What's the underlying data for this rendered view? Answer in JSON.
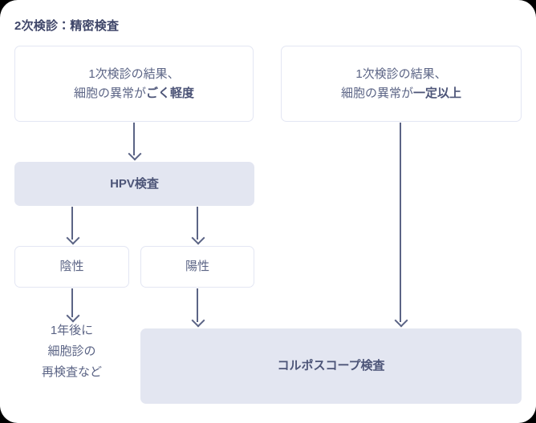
{
  "page": {
    "title": "2次検診：精密検査",
    "background": "#ffffff",
    "accent_fill": "#e3e6f1",
    "border_color": "#e3e6f3",
    "text_color": "#5b6485",
    "title_color": "#3f4669",
    "connector_color": "#5b6485"
  },
  "nodes": {
    "mild_result": {
      "line1": "1次検診の結果、",
      "line2_normal": "細胞の異常が",
      "line2_bold": "ごく軽度",
      "style": "outline"
    },
    "moderate_result": {
      "line1": "1次検診の結果、",
      "line2_normal": "細胞の異常が",
      "line2_bold": "一定以上",
      "style": "outline"
    },
    "hpv_test": {
      "label": "HPV検査",
      "style": "filled"
    },
    "negative": {
      "label": "陰性",
      "style": "outline"
    },
    "positive": {
      "label": "陽性",
      "style": "outline"
    },
    "recheck": {
      "line1": "1年後に",
      "line2": "細胞診の",
      "line3": "再検査など",
      "style": "plain-text"
    },
    "colposcope": {
      "label": "コルポスコープ検査",
      "style": "filled"
    }
  },
  "connectors": [
    {
      "name": "mild-to-hpv",
      "from": "mild_result",
      "to": "hpv_test"
    },
    {
      "name": "hpv-to-negative",
      "from": "hpv_test",
      "to": "negative"
    },
    {
      "name": "hpv-to-positive",
      "from": "hpv_test",
      "to": "positive"
    },
    {
      "name": "negative-to-recheck",
      "from": "negative",
      "to": "recheck"
    },
    {
      "name": "positive-to-colposcope",
      "from": "positive",
      "to": "colposcope"
    },
    {
      "name": "moderate-to-colposcope",
      "from": "moderate_result",
      "to": "colposcope"
    }
  ]
}
